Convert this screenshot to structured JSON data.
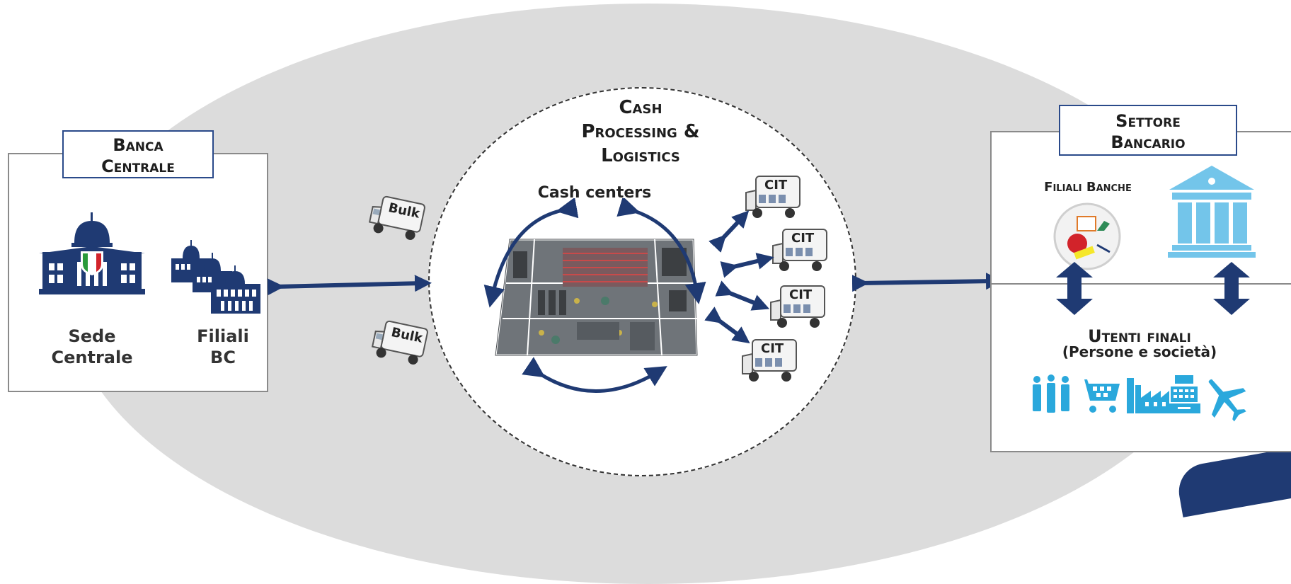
{
  "banca_centrale": {
    "title_line1": "Banca",
    "title_line2": "Centrale",
    "sede_label_line1": "Sede",
    "sede_label_line2": "Centrale",
    "filiali_label_line1": "Filiali",
    "filiali_label_line2": "BC"
  },
  "cash_processing": {
    "title_line1": "Cash",
    "title_line2": "Processing &",
    "title_line3": "Logistics",
    "cash_centers_label": "Cash centers"
  },
  "vans": {
    "bulk_label": "Bulk",
    "cit_label": "CIT"
  },
  "settore_bancario": {
    "title_line1": "Settore",
    "title_line2": "Bancario",
    "filiali_banche_label": "Filiali Banche",
    "utenti_title": "Utenti finali",
    "utenti_subtitle": "(Persone e società)"
  },
  "colors": {
    "navy": "#1f3a73",
    "arrow_blue": "#2a4a8a",
    "light_blue": "#73c5ea",
    "icon_blue": "#2aa8dc",
    "background_gray": "#dcdcdc"
  },
  "icons": [
    "parliament-icon",
    "italy-flag-icon",
    "branch-buildings-icon",
    "bank-icon",
    "bank-logos-badge",
    "people-icon",
    "shopping-cart-icon",
    "factory-icon",
    "cash-register-icon",
    "airplane-icon",
    "warehouse-image",
    "bulk-van-icon",
    "cit-van-icon"
  ]
}
